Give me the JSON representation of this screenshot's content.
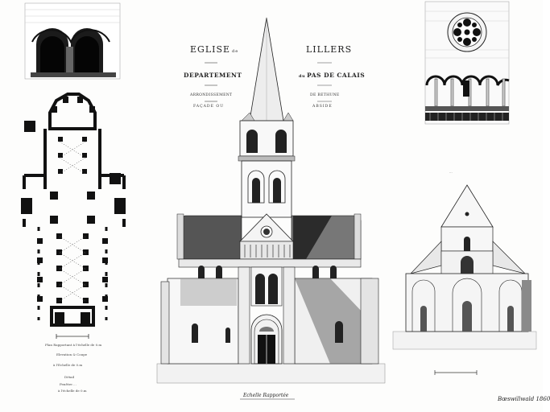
{
  "title": {
    "word1": "EGLISE",
    "word1_suffix": "de",
    "word2": "LILLERS",
    "dept_label": "DEPARTEMENT",
    "dept_value_prefix": "du",
    "dept_value": "PAS DE CALAIS",
    "arr_label": "ARRONDISSEMENT",
    "arr_value": "DE BETHUNE",
    "facade_left": "FAÇADE OU",
    "facade_right": "ABSIDE"
  },
  "labels": {
    "plan_caption_1": "Plan Rapportant à l'échelle de 0.m",
    "plan_caption_2": "Elevation & Coupe",
    "plan_caption_3": "à l'Echelle de 0.m",
    "plan_caption_4": "Détail",
    "plan_caption_5": "Fenêtre ...",
    "plan_caption_6": "à l'échelle de 0.m",
    "facade_scale": "Echelle Rapportée",
    "section_scale": "...",
    "signature": "Bœswillwald 1860"
  }
}
